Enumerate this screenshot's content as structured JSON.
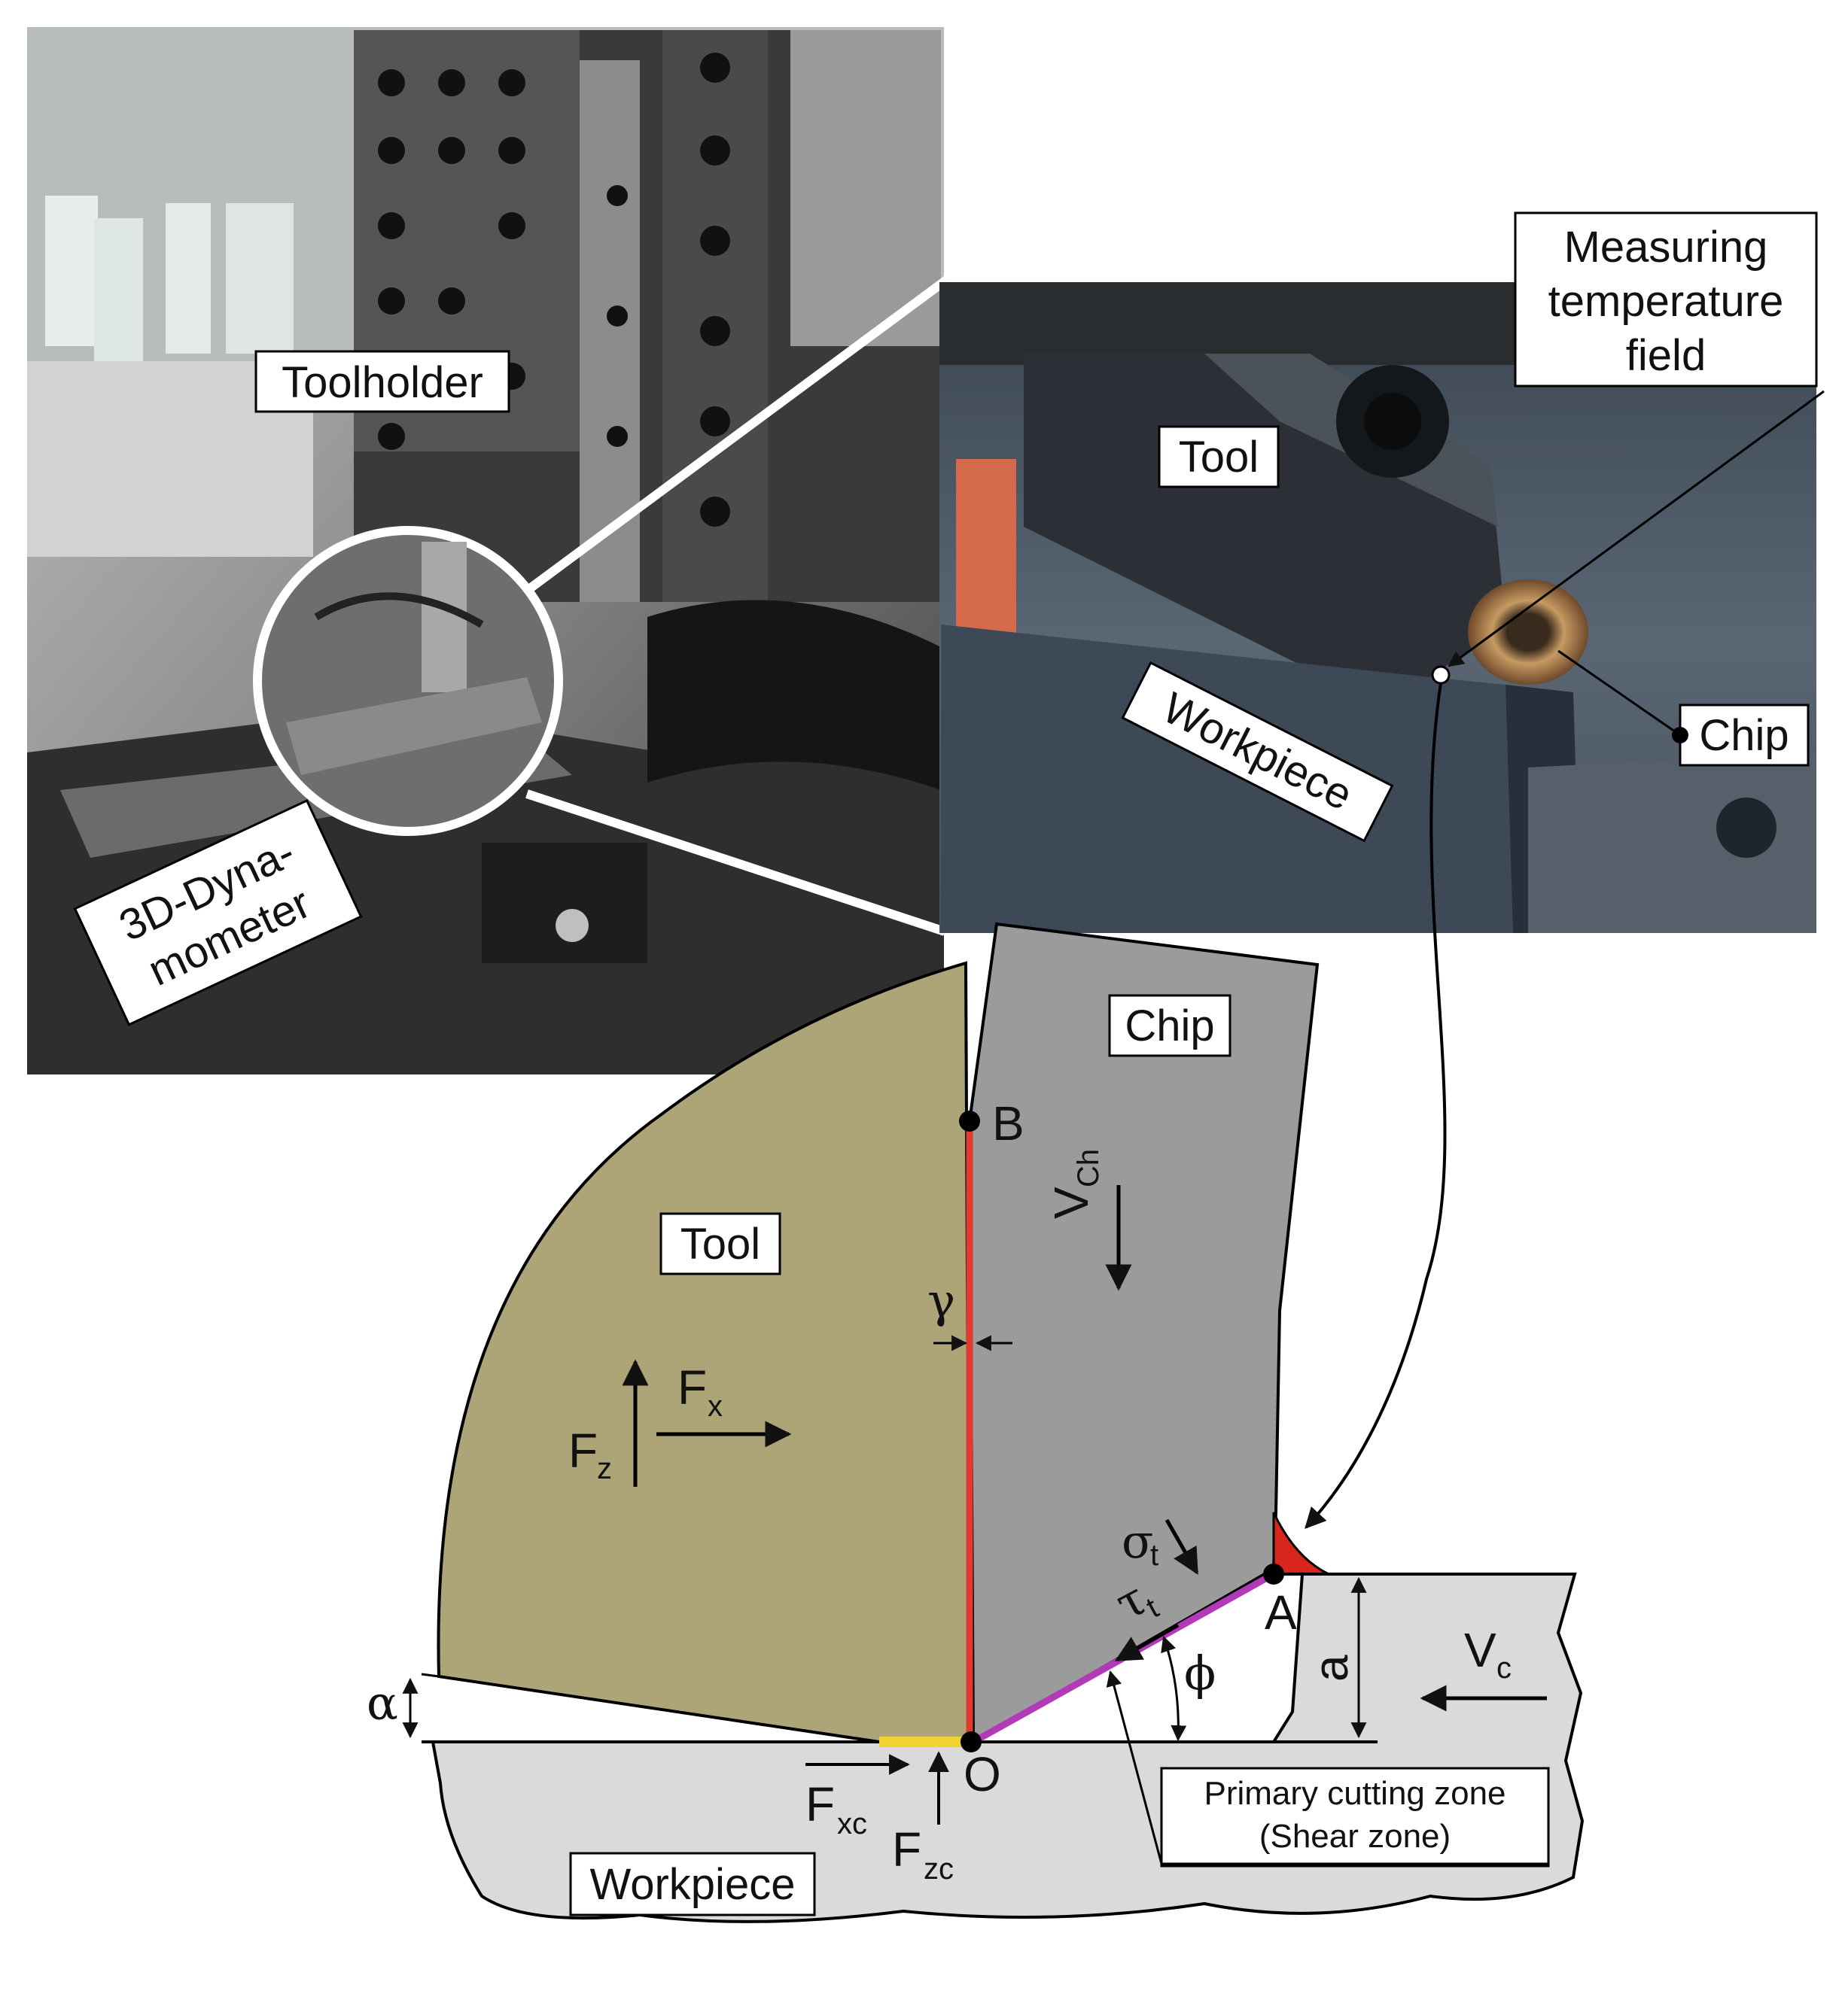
{
  "photo_left": {
    "toolholder": "Toolholder",
    "dynamometer_line1": "3D-Dyna-",
    "dynamometer_line2": "mometer"
  },
  "photo_right": {
    "measuring_line1": "Measuring",
    "measuring_line2": "temperature",
    "measuring_line3": "field",
    "tool": "Tool",
    "workpiece": "Workpiece",
    "chip": "Chip"
  },
  "diagram": {
    "chip": "Chip",
    "tool": "Tool",
    "workpiece": "Workpiece",
    "point_b": "B",
    "point_a": "A",
    "point_o": "O",
    "gamma": "γ",
    "alpha": "α",
    "phi": "ϕ",
    "sigma": "σ",
    "sigma_sub": "t",
    "tau": "τ",
    "tau_sub": "t",
    "v_ch": "V",
    "v_ch_sub": "Ch",
    "v_c": "V",
    "v_c_sub": "c",
    "a": "a",
    "f_x": "F",
    "f_x_sub": "x",
    "f_z": "F",
    "f_z_sub": "z",
    "f_xc": "F",
    "f_xc_sub": "xc",
    "f_zc": "F",
    "f_zc_sub": "zc",
    "primary_zone_line1": "Primary cutting zone",
    "primary_zone_line2": "(Shear zone)"
  },
  "colors": {
    "tool": "#ADA478",
    "chip": "#9B9B9B",
    "workpiece": "#DADADA",
    "rake_contact": "#E03B2F",
    "shear_plane": "#B23AB9",
    "flank_contact": "#F2D230",
    "hot_zone": "#D8261C"
  }
}
